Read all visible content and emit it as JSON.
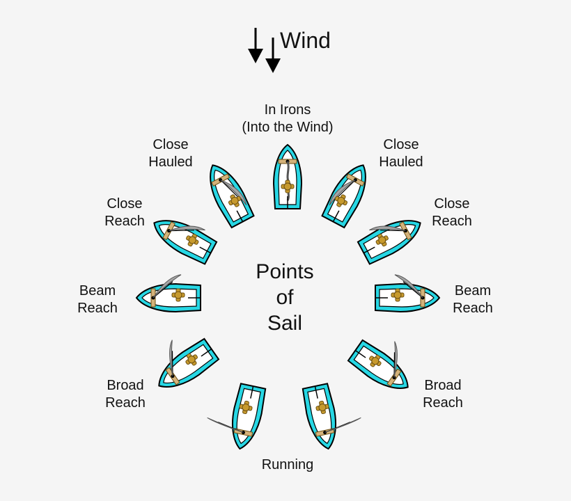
{
  "wind": {
    "label": "Wind"
  },
  "center": {
    "line1": "Points",
    "line2": "of",
    "line3": "Sail"
  },
  "labels": {
    "in_irons": [
      "In Irons",
      "(Into the Wind)"
    ],
    "close_hauled_left": [
      "Close",
      "Hauled"
    ],
    "close_hauled_right": [
      "Close",
      "Hauled"
    ],
    "close_reach_left": [
      "Close",
      "Reach"
    ],
    "close_reach_right": [
      "Close",
      "Reach"
    ],
    "beam_reach_left": [
      "Beam",
      "Reach"
    ],
    "beam_reach_right": [
      "Beam",
      "Reach"
    ],
    "broad_reach_left": [
      "Broad",
      "Reach"
    ],
    "broad_reach_right": [
      "Broad",
      "Reach"
    ],
    "running": "Running"
  },
  "colors": {
    "hull": "#27d7e4",
    "deck": "#ffffff",
    "outline": "#000000",
    "sail": "#a6a6a6",
    "crew": "#c79a2e",
    "wood": "#d4b27a"
  }
}
